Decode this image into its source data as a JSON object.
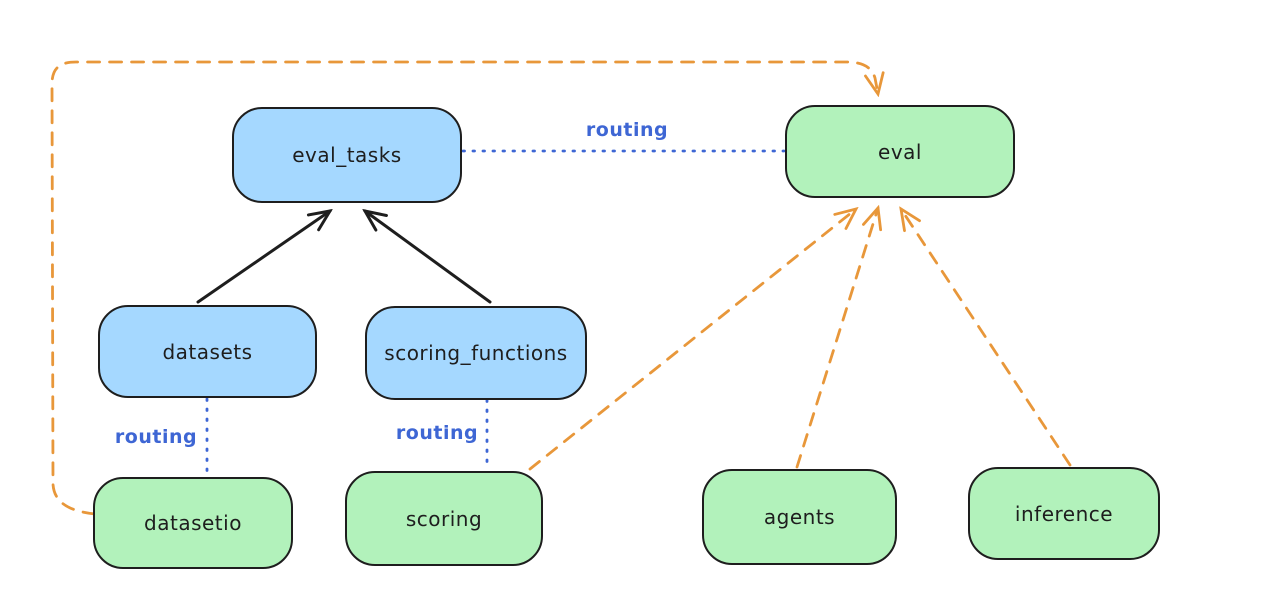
{
  "diagram": {
    "background": "#ffffff",
    "nodes": [
      {
        "id": "eval_tasks",
        "label": "eval_tasks",
        "fill": "#a5d8ff",
        "stroke": "#1e1e1e"
      },
      {
        "id": "eval",
        "label": "eval",
        "fill": "#b2f2bb",
        "stroke": "#1e1e1e"
      },
      {
        "id": "datasets",
        "label": "datasets",
        "fill": "#a5d8ff",
        "stroke": "#1e1e1e"
      },
      {
        "id": "scoring_functions",
        "label": "scoring_functions",
        "fill": "#a5d8ff",
        "stroke": "#1e1e1e"
      },
      {
        "id": "datasetio",
        "label": "datasetio",
        "fill": "#b2f2bb",
        "stroke": "#1e1e1e"
      },
      {
        "id": "scoring",
        "label": "scoring",
        "fill": "#b2f2bb",
        "stroke": "#1e1e1e"
      },
      {
        "id": "agents",
        "label": "agents",
        "fill": "#b2f2bb",
        "stroke": "#1e1e1e"
      },
      {
        "id": "inference",
        "label": "inference",
        "fill": "#b2f2bb",
        "stroke": "#1e1e1e"
      }
    ],
    "edges": [
      {
        "from": "datasets",
        "to": "eval_tasks",
        "style": "solid",
        "color": "#1e1e1e",
        "arrow": true,
        "label": ""
      },
      {
        "from": "scoring_functions",
        "to": "eval_tasks",
        "style": "solid",
        "color": "#1e1e1e",
        "arrow": true,
        "label": ""
      },
      {
        "from": "eval_tasks",
        "to": "eval",
        "style": "dotted",
        "color": "#3e66d4",
        "arrow": false,
        "label": "routing"
      },
      {
        "from": "datasets",
        "to": "datasetio",
        "style": "dotted",
        "color": "#3e66d4",
        "arrow": false,
        "label": "routing"
      },
      {
        "from": "scoring_functions",
        "to": "scoring",
        "style": "dotted",
        "color": "#3e66d4",
        "arrow": false,
        "label": "routing"
      },
      {
        "from": "datasetio",
        "to": "eval",
        "style": "dashed",
        "color": "#e8973a",
        "arrow": true,
        "label": ""
      },
      {
        "from": "scoring",
        "to": "eval",
        "style": "dashed",
        "color": "#e8973a",
        "arrow": true,
        "label": ""
      },
      {
        "from": "agents",
        "to": "eval",
        "style": "dashed",
        "color": "#e8973a",
        "arrow": true,
        "label": ""
      },
      {
        "from": "inference",
        "to": "eval",
        "style": "dashed",
        "color": "#e8973a",
        "arrow": true,
        "label": ""
      }
    ],
    "colors": {
      "blue_fill": "#a5d8ff",
      "green_fill": "#b2f2bb",
      "node_stroke": "#1e1e1e",
      "routing_blue": "#3e66d4",
      "dashed_orange": "#e8973a",
      "solid_black": "#1e1e1e"
    }
  }
}
